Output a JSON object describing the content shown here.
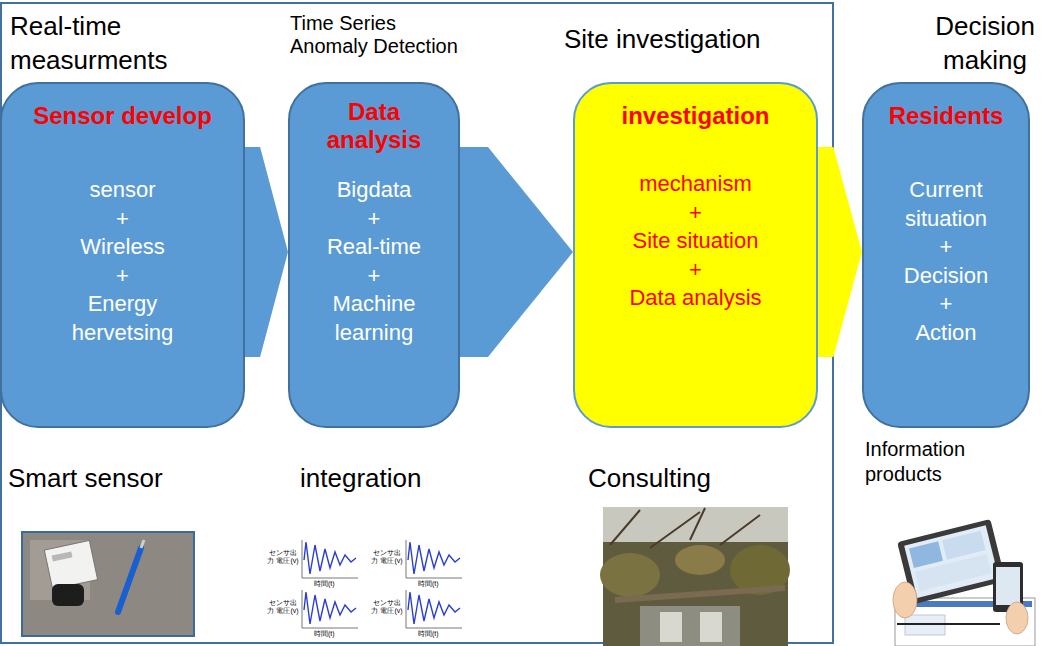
{
  "diagram": {
    "nodes": [
      {
        "text": [
          "Real-time measurments",
          "Sensor develop",
          "sensor",
          "+",
          "Wireless",
          "+",
          "Energy hervetsing"
        ]
      },
      {
        "text": [
          "Time Series Anomaly Detection",
          "Data analysis",
          "Bigdata",
          "+",
          "Real-time",
          "+",
          "Machine learning"
        ]
      },
      {
        "text": [
          "Site investigation",
          "investigation",
          "mechanism",
          "+",
          "Site situation",
          "+",
          "Data analysis"
        ]
      },
      {
        "text": [
          "Decision making",
          "Residents",
          "Current situation",
          "+",
          "Decision",
          "+",
          "Action"
        ]
      }
    ],
    "edges": [
      {
        "from": 0,
        "to": 1,
        "arrow": "to"
      },
      {
        "from": 1,
        "to": 2,
        "arrow": "to"
      },
      {
        "from": 2,
        "to": 3,
        "arrow": "to"
      }
    ],
    "labels": [
      "Smart sensor",
      "integration",
      "Consulting",
      "Information products",
      "センサ出力 電圧(v)",
      "時間(t)",
      "センサ出力 電圧(v)",
      "時間(t)",
      "センサ出力 電圧(v)",
      "時間(t)",
      "センサ出力 電圧(v)",
      "時間(t)"
    ]
  }
}
